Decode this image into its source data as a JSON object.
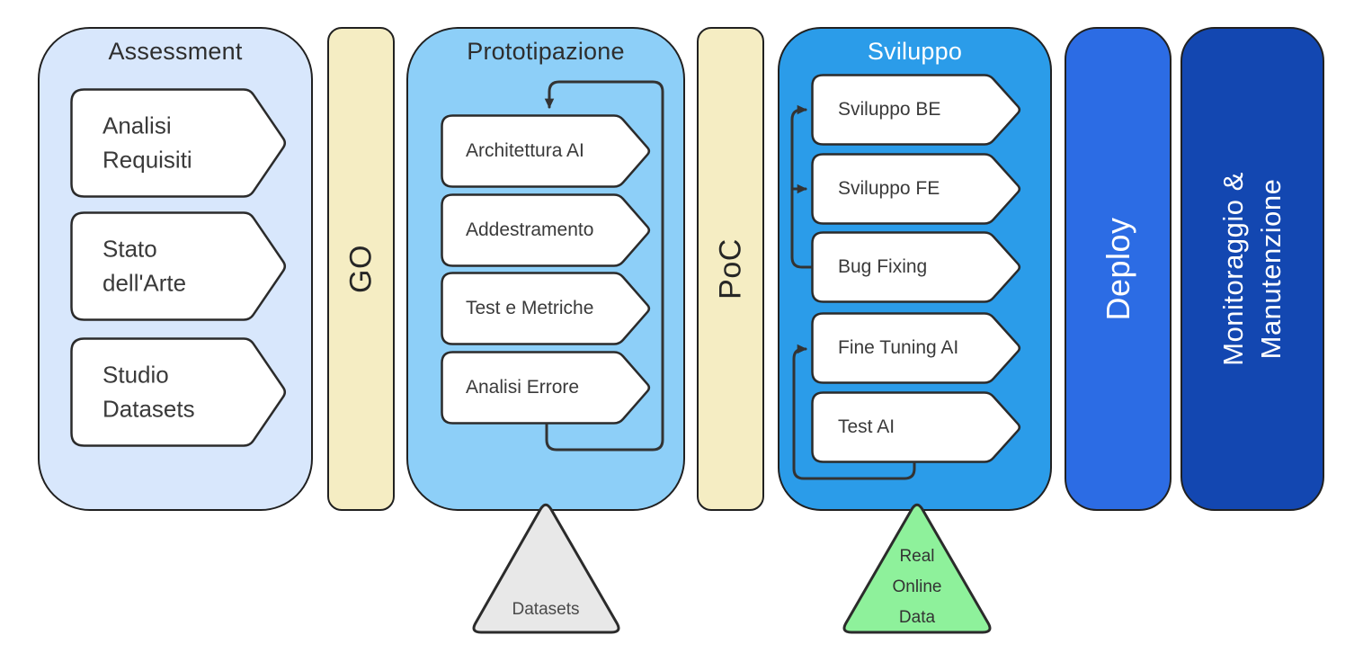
{
  "stages": {
    "assessment": {
      "title": "Assessment",
      "items": [
        "Analisi Requisiti",
        "Stato dell'Arte",
        "Studio Datasets"
      ]
    },
    "go_gate": {
      "label": "GO"
    },
    "prototipazione": {
      "title": "Prototipazione",
      "items": [
        "Architettura AI",
        "Addestramento",
        "Test e Metriche",
        "Analisi Errore"
      ]
    },
    "poc_gate": {
      "label": "PoC"
    },
    "sviluppo": {
      "title": "Sviluppo",
      "items": [
        "Sviluppo BE",
        "Sviluppo FE",
        "Bug Fixing",
        "Fine Tuning AI",
        "Test AI"
      ]
    },
    "deploy": {
      "label": "Deploy"
    },
    "monitoraggio": {
      "label": "Monitoraggio & Manutenzione",
      "label_lines": [
        "Monitoraggio &",
        "Manutenzione"
      ]
    }
  },
  "inputs": {
    "datasets": {
      "label": "Datasets"
    },
    "real_online_data": {
      "label": "Real Online Data",
      "label_lines": [
        "Real",
        "Online",
        "Data"
      ]
    }
  },
  "colors": {
    "assessment_fill": "#d8e7fc",
    "gate_fill": "#f5edc3",
    "prototipazione_fill": "#8dcff8",
    "sviluppo_fill": "#2b9ce9",
    "deploy_fill": "#2c6ce4",
    "monitoraggio_fill": "#1347b1",
    "datasets_triangle_fill": "#e8e8e8",
    "real_data_triangle_fill": "#8ef19b",
    "step_fill": "#ffffff",
    "outline": "#212121",
    "arrow": "#333333"
  }
}
